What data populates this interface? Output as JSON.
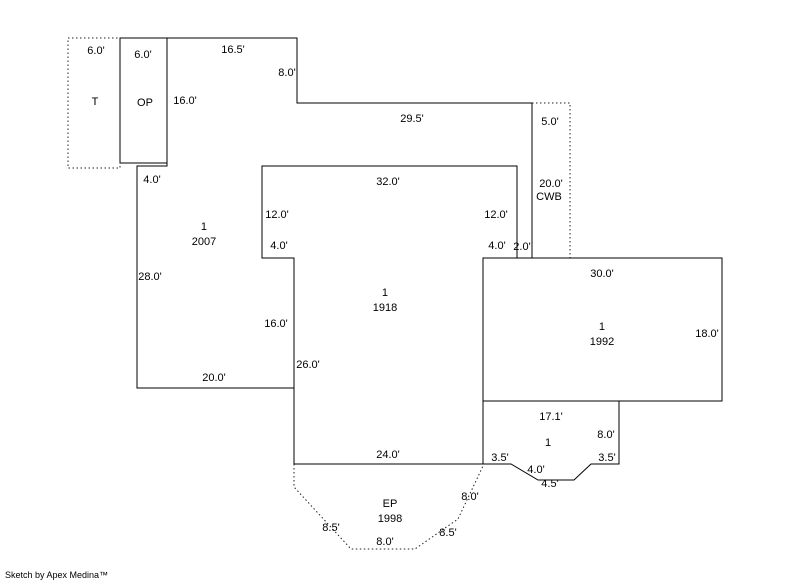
{
  "credit": "Sketch by Apex Medina™",
  "colors": {
    "line": "#000000",
    "dotted_line": "#222222",
    "background": "#ffffff",
    "text": "#000000"
  },
  "areas": {
    "t": {
      "name": "T"
    },
    "op": {
      "name": "OP"
    },
    "main_2007": {
      "story": "1",
      "year": "2007"
    },
    "main_1918": {
      "story": "1",
      "year": "1918"
    },
    "main_1992": {
      "story": "1",
      "year": "1992"
    },
    "bay": {
      "story": "1"
    },
    "cwb": {
      "name": "CWB"
    },
    "ep": {
      "name": "EP",
      "year": "1998"
    }
  },
  "dimensions": {
    "t_width": "6.0'",
    "op_width": "6.0'",
    "op_height": "16.0'",
    "top_edge": "16.5'",
    "top_step": "8.0'",
    "band_top": "29.5'",
    "cwb_width": "5.0'",
    "cwb_height": "20.0'",
    "a2007_top_left": "4.0'",
    "a1918_top": "32.0'",
    "a1918_left_upper": "12.0'",
    "a1918_right_upper": "12.0'",
    "a1918_left_jog": "4.0'",
    "a1918_right_jog": "4.0'",
    "sliver": "2.0'",
    "a2007_left": "28.0'",
    "a1992_top": "30.0'",
    "a1992_right": "18.0'",
    "a2007_right_lower": "16.0'",
    "a1918_left_lower": "26.0'",
    "a2007_bottom": "20.0'",
    "bay_top": "17.1'",
    "bay_right": "8.0'",
    "bay_flat_left": "3.5'",
    "bay_flat_right": "3.5'",
    "bay_chamfer": "4.0'",
    "bay_bottom": "4.5'",
    "a1918_bottom": "24.0'",
    "ep_right_upper": "8.0'",
    "ep_left_diag": "8.5'",
    "ep_bottom": "8.0'",
    "ep_right_diag": "8.5'"
  }
}
